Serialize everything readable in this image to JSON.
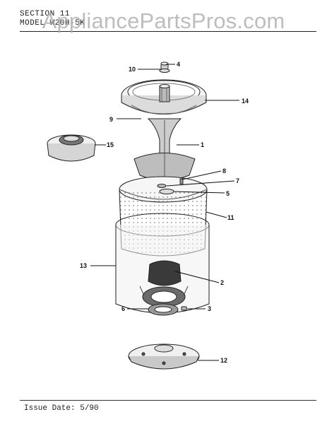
{
  "header": {
    "section_line": "SECTION    11",
    "model_line": "MODEL     W20H-5K"
  },
  "watermark": "AppliancePartsPros.com",
  "footer": {
    "issue": "Issue Date: 5/90"
  },
  "callouts": {
    "p1": "1",
    "p2": "2",
    "p3": "3",
    "p4": "4",
    "p5": "5",
    "p6": "6",
    "p7": "7",
    "p8": "8",
    "p9": "9",
    "p10": "10",
    "p11": "11",
    "p12": "12",
    "p13": "13",
    "p14": "14",
    "p15": "15"
  }
}
